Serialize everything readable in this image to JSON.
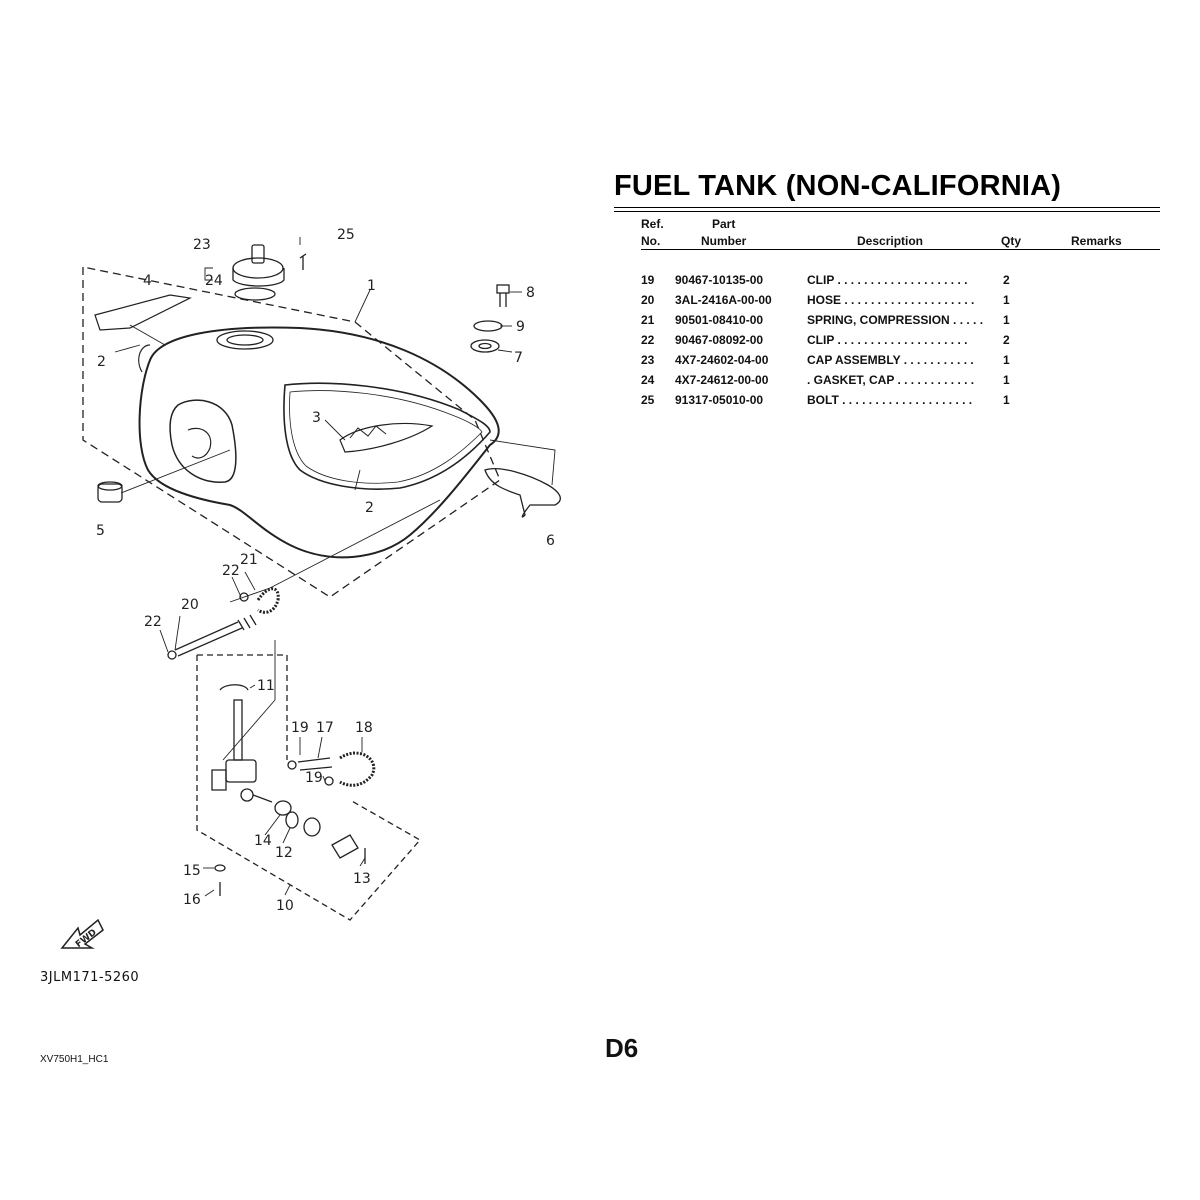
{
  "title": "FUEL TANK (NON-CALIFORNIA)",
  "table": {
    "headers": {
      "ref_line1": "Ref.",
      "ref_line2": "No.",
      "part_line1": "Part",
      "part_line2": "Number",
      "description": "Description",
      "qty": "Qty",
      "remarks": "Remarks"
    },
    "rows": [
      {
        "ref": "19",
        "part": "90467-10135-00",
        "desc": "CLIP  . . . . . . . . . . . . . . . . . . . .",
        "qty": "2",
        "remarks": ""
      },
      {
        "ref": "20",
        "part": "3AL-2416A-00-00",
        "desc": "HOSE . . . . . . . . . . . . . . . . . . . .",
        "qty": "1",
        "remarks": ""
      },
      {
        "ref": "21",
        "part": "90501-08410-00",
        "desc": "SPRING, COMPRESSION . . . . .",
        "qty": "1",
        "remarks": ""
      },
      {
        "ref": "22",
        "part": "90467-08092-00",
        "desc": "CLIP  . . . . . . . . . . . . . . . . . . . .",
        "qty": "2",
        "remarks": ""
      },
      {
        "ref": "23",
        "part": "4X7-24602-04-00",
        "desc": "CAP ASSEMBLY  . . . . . . . . . . .",
        "qty": "1",
        "remarks": ""
      },
      {
        "ref": "24",
        "part": "4X7-24612-00-00",
        "desc": ". GASKET, CAP  . . . . . . . . . . . .",
        "qty": "1",
        "remarks": ""
      },
      {
        "ref": "25",
        "part": "91317-05010-00",
        "desc": "BOLT  . . . . . . . . . . . . . . . . . . . .",
        "qty": "1",
        "remarks": ""
      }
    ]
  },
  "callouts": [
    "1",
    "2",
    "2",
    "3",
    "4",
    "5",
    "6",
    "7",
    "8",
    "9",
    "10",
    "11",
    "12",
    "13",
    "14",
    "15",
    "16",
    "17",
    "18",
    "19",
    "19",
    "20",
    "21",
    "22",
    "22",
    "23",
    "24",
    "25"
  ],
  "fwd_label": "FWD",
  "diagram_code": "3JLM171-5260",
  "page_number": "D6",
  "model_code": "XV750H1_HC1"
}
